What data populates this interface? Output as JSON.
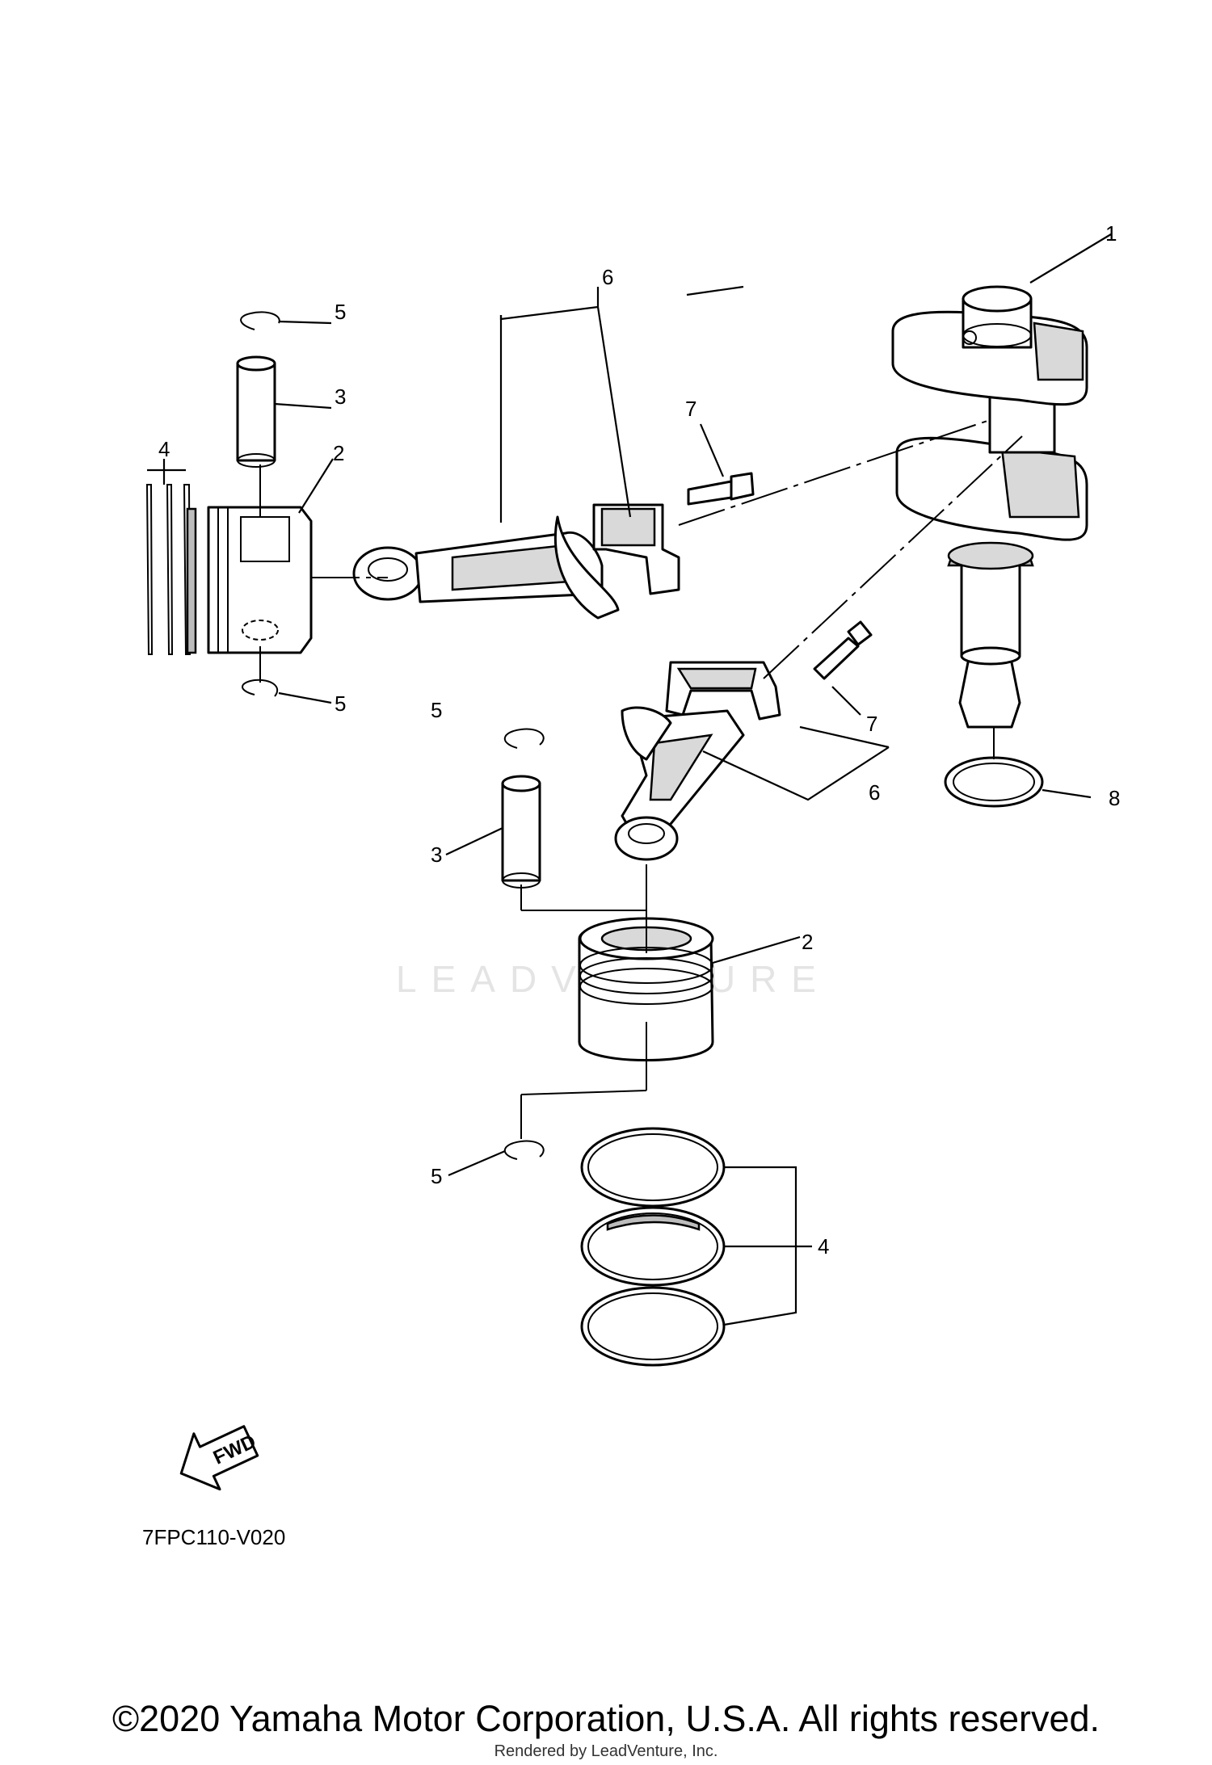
{
  "callouts": {
    "crankshaft": "1",
    "piston_top": "2",
    "piston_bottom": "2",
    "pin_top": "3",
    "pin_bottom": "3",
    "rings_top": "4",
    "rings_bottom": "4",
    "clip_top_upper": "5",
    "clip_top_lower": "5",
    "clip_bottom_upper": "5",
    "clip_bottom_lower": "5",
    "rod_top": "6",
    "rod_bottom": "6",
    "bolt_top": "7",
    "bolt_bottom": "7",
    "bearing": "8"
  },
  "fwd_label": "FWD",
  "diagram_code": "7FPC110-V020",
  "watermark": "LEADVENTURE",
  "copyright": "©2020 Yamaha Motor Corporation, U.S.A. All rights reserved.",
  "rendered_by": "Rendered by LeadVenture, Inc."
}
